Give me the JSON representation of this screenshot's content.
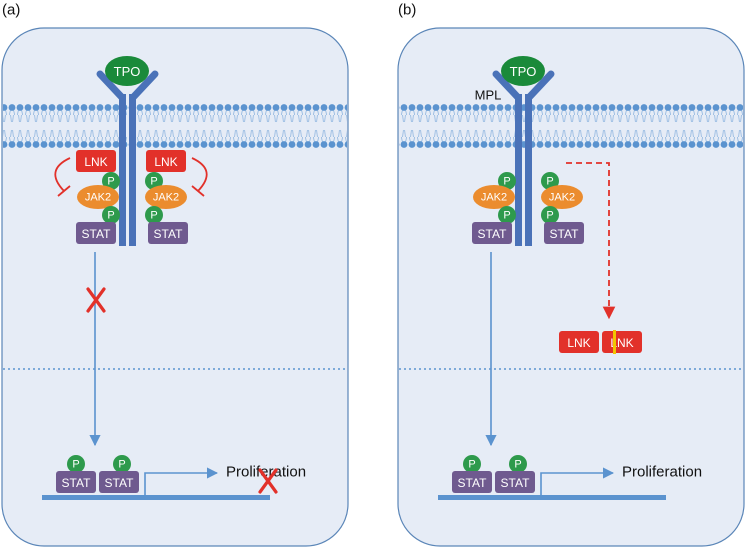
{
  "colors": {
    "cell_fill": "#e6ecf6",
    "cell_stroke": "#5b86b8",
    "membrane": "#5b93cf",
    "receptor": "#4a72b8",
    "tpo": "#1a8a3a",
    "phospho": "#2e9a4c",
    "jak2": "#eb8c2e",
    "stat": "#6f5a8f",
    "lnk": "#e2312a",
    "inhibit": "#e2312a",
    "arrow": "#5b93cf",
    "dna": "#5b93cf",
    "cross": "#e2312a",
    "lnk_divider": "#f2c500"
  },
  "icons": {
    "block": "x-cross-icon",
    "inhibit": "t-bar-inhibition-icon",
    "signal": "arrow-icon"
  },
  "panels": [
    {
      "id": "a",
      "label": "(a)",
      "ligand": "TPO",
      "receptor_label": "",
      "lnk_labels": [
        "LNK",
        "LNK"
      ],
      "phospho_label": "P",
      "jak_label": "JAK2",
      "stat_label": "STAT",
      "nuclear_stat_labels": [
        "STAT",
        "STAT"
      ],
      "outcome": "Proliferation",
      "signal_blocked": true,
      "proliferation_blocked": true,
      "lnk_dimer": false
    },
    {
      "id": "b",
      "label": "(b)",
      "ligand": "TPO",
      "receptor_label": "MPL",
      "phospho_label": "P",
      "jak_label": "JAK2",
      "stat_label": "STAT",
      "nuclear_stat_labels": [
        "STAT",
        "STAT"
      ],
      "outcome": "Proliferation",
      "lnk_dimer_labels": [
        "LNK",
        "LNK"
      ],
      "signal_blocked": false,
      "proliferation_blocked": false,
      "lnk_dimer": true
    }
  ]
}
